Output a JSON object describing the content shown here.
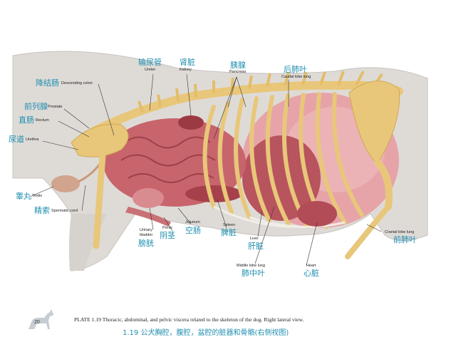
{
  "labels": {
    "ureter": {
      "zh": "输尿管",
      "en": "Ureter"
    },
    "kidney": {
      "zh": "肾脏",
      "en": "Kidney"
    },
    "pancreas": {
      "zh": "胰腺",
      "en": "Pancreas"
    },
    "caudal_lobe_lung": {
      "zh": "后肺叶",
      "en": "Caudal lobe lung"
    },
    "descending_colon": {
      "zh": "降结肠",
      "en": "Descending colon"
    },
    "prostate": {
      "zh": "前列腺",
      "en": "Prostate"
    },
    "rectum": {
      "zh": "直肠",
      "en": "Rectum"
    },
    "urethra": {
      "zh": "尿道",
      "en": "Urethra"
    },
    "testis": {
      "zh": "睾丸",
      "en": "Testis"
    },
    "spermatic_cord": {
      "zh": "精索",
      "en": "Spermatic cord"
    },
    "urinary_bladder": {
      "zh": "膀胱",
      "en1": "Urinary",
      "en2": "bladder"
    },
    "penis": {
      "zh": "阴茎",
      "en": "Penis"
    },
    "jejunum": {
      "zh": "空肠",
      "en": "Jejunum"
    },
    "spleen": {
      "zh": "脾脏",
      "en": "Spleen"
    },
    "liver": {
      "zh": "肝脏",
      "en": "Liver"
    },
    "middle_lobe_lung": {
      "zh": "肺中叶",
      "en": "Middle lobe lung"
    },
    "heart": {
      "zh": "心脏",
      "en": "Heart"
    },
    "cranial_lobe_lung": {
      "zh": "前肺叶",
      "en": "Cranial lobe lung"
    }
  },
  "caption": {
    "page_number": "20",
    "en": "PLATE 1.19 Thoracic, abdominal, and pelvic viscera related to the skeleton of the dog. Right lateral view.",
    "zh": "1.19 公犬胸腔，腹腔，盆腔的脏器和骨骼(右侧视图)"
  },
  "colors": {
    "label_zh": "#1f8fb0",
    "bone": "#e8c77a",
    "viscera": "#c9626a",
    "lung": "#e29aa0",
    "body_outline": "#d9d6d2"
  }
}
